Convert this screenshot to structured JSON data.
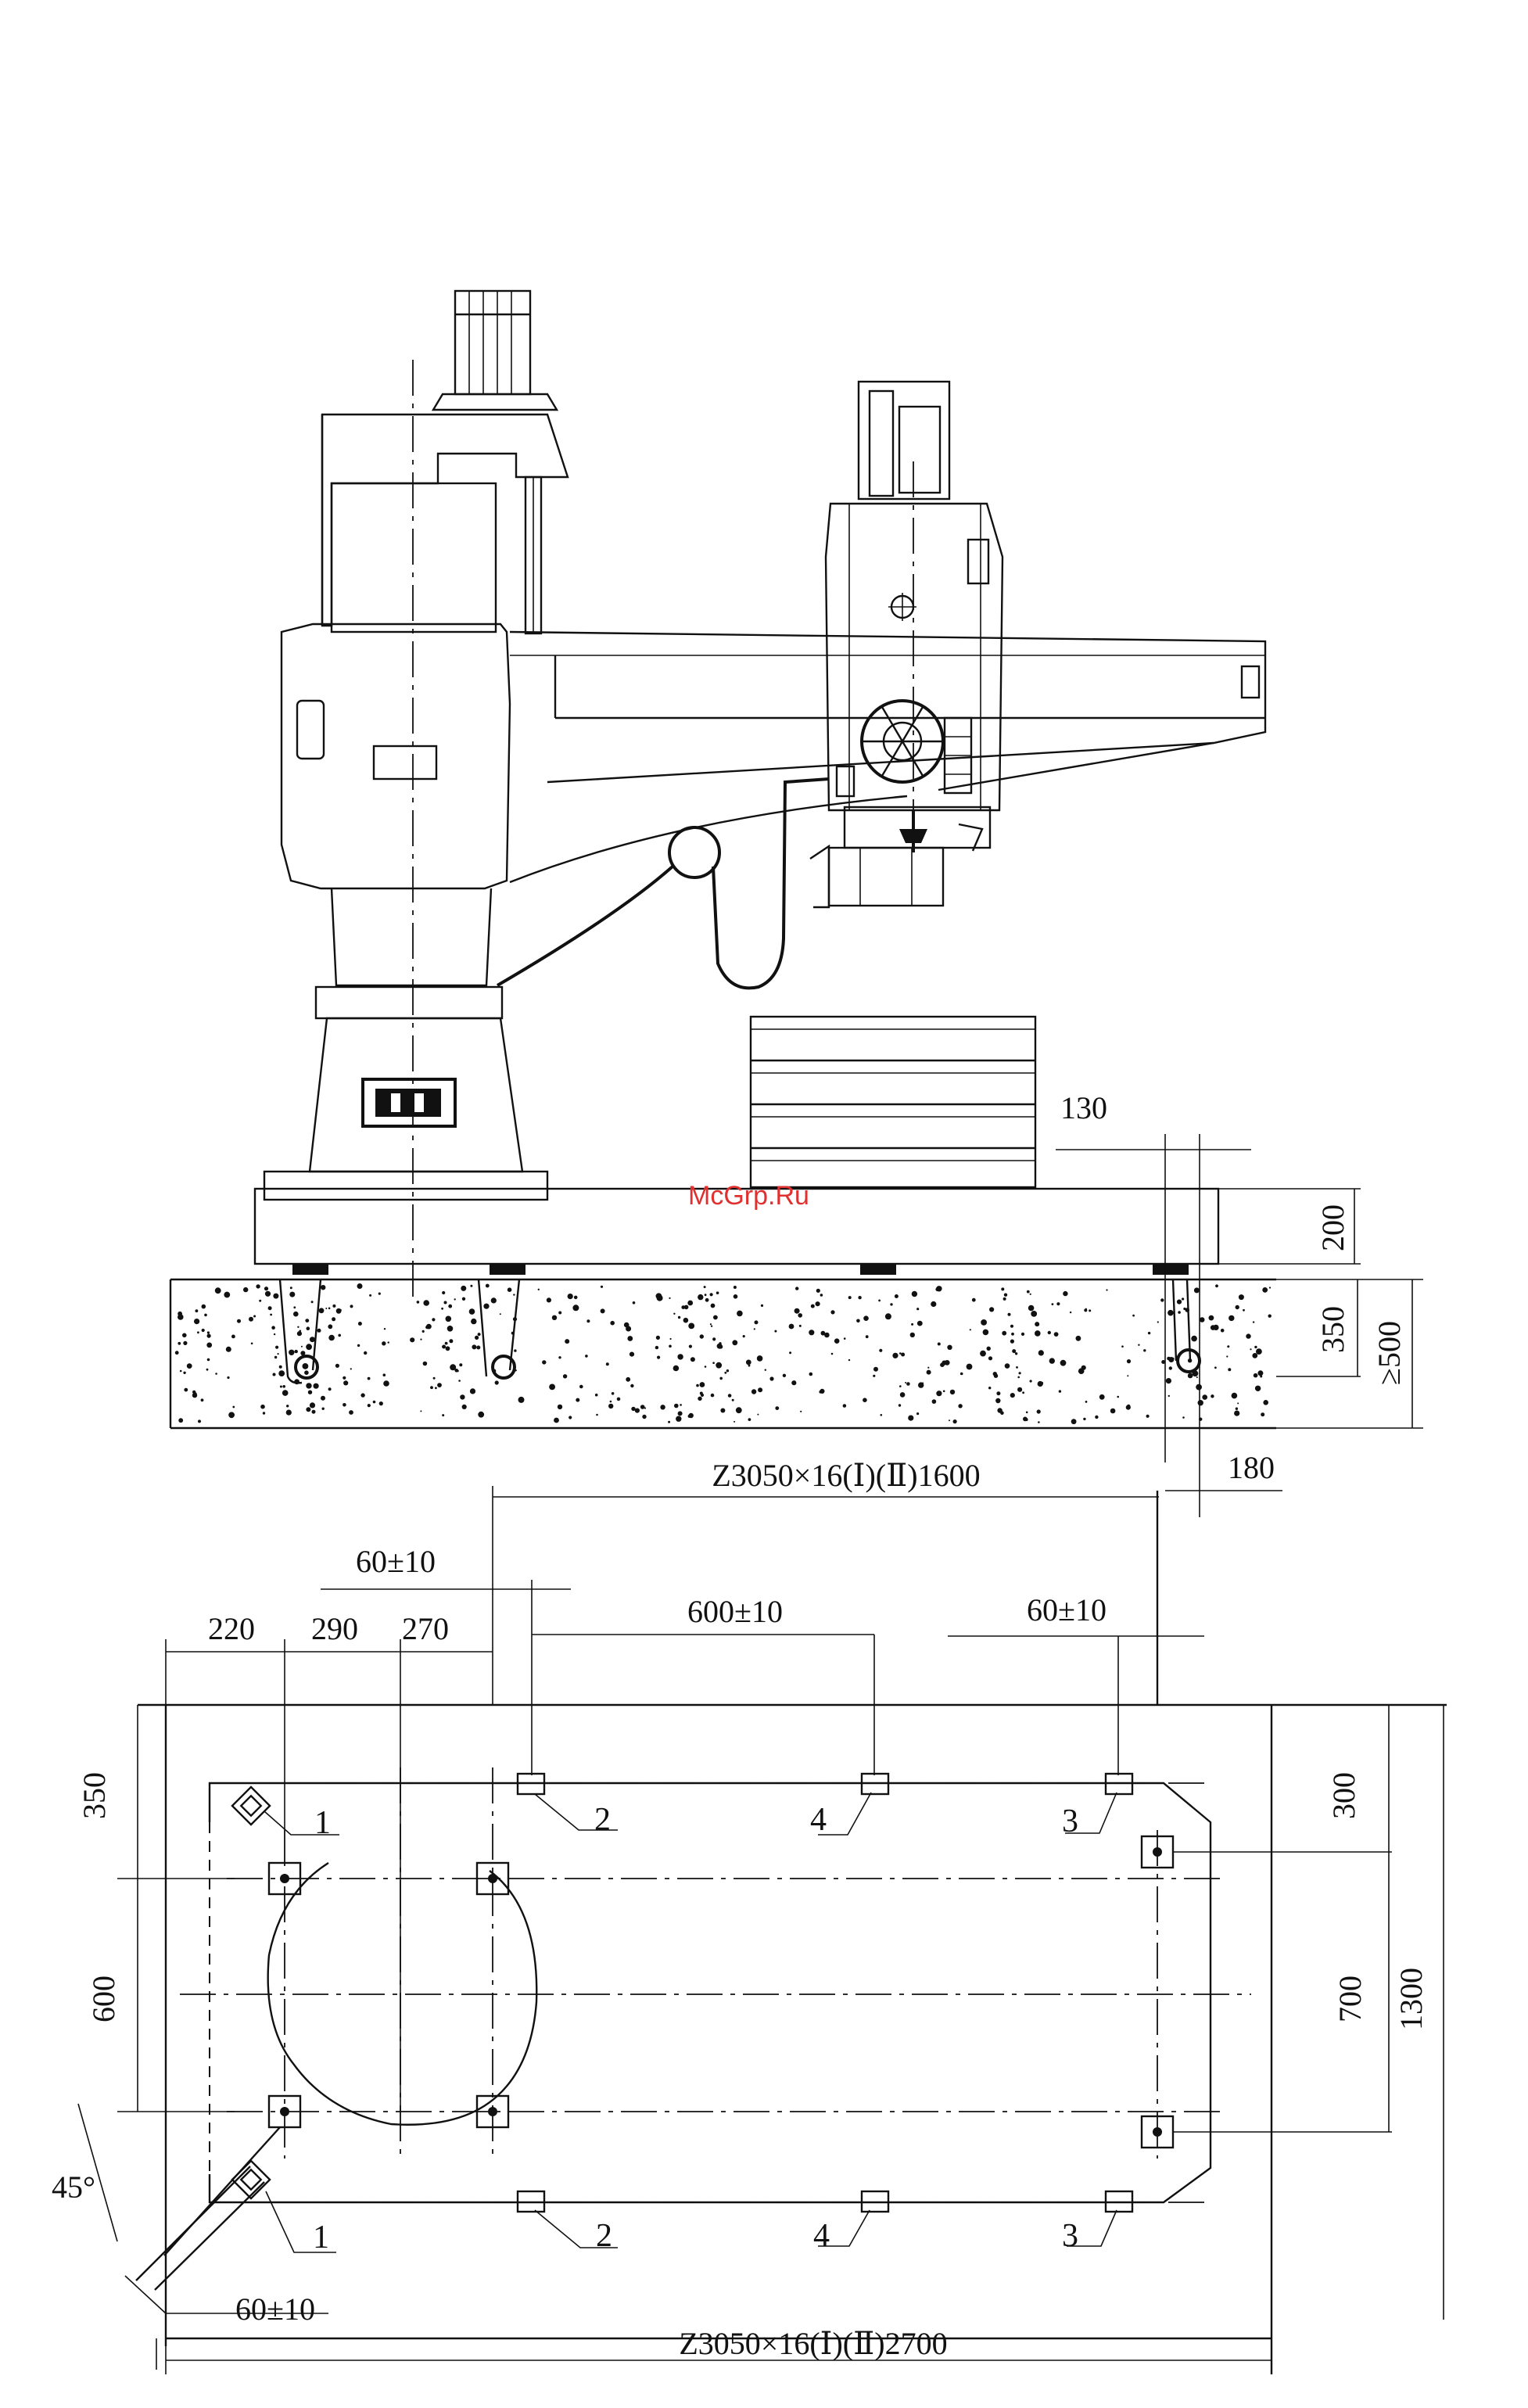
{
  "watermark": "McGrp.Ru",
  "elevation_dims": {
    "overhang": "130",
    "base_height": "200",
    "foundation_upper": "350",
    "foundation_total": "≥500",
    "edge_offset": "180",
    "model_length": "Z3050×16(Ⅰ)(Ⅱ)1600"
  },
  "plan_dims": {
    "tol_left": "60±10",
    "col_220": "220",
    "col_290": "290",
    "col_270": "270",
    "span_600": "600±10",
    "tol_right": "60±10",
    "left_350": "350",
    "left_600": "600",
    "right_300": "300",
    "right_700": "700",
    "right_1300": "1300",
    "angle": "45°",
    "tol_bottom": "60±10",
    "model_length": "Z3050×16(Ⅰ)(Ⅱ)2700"
  },
  "callouts": {
    "p1_top": "1",
    "p2_top": "2",
    "p4_top": "4",
    "p3_top": "3",
    "p1_bottom": "1",
    "p2_bottom": "2",
    "p4_bottom": "4",
    "p3_bottom": "3"
  }
}
